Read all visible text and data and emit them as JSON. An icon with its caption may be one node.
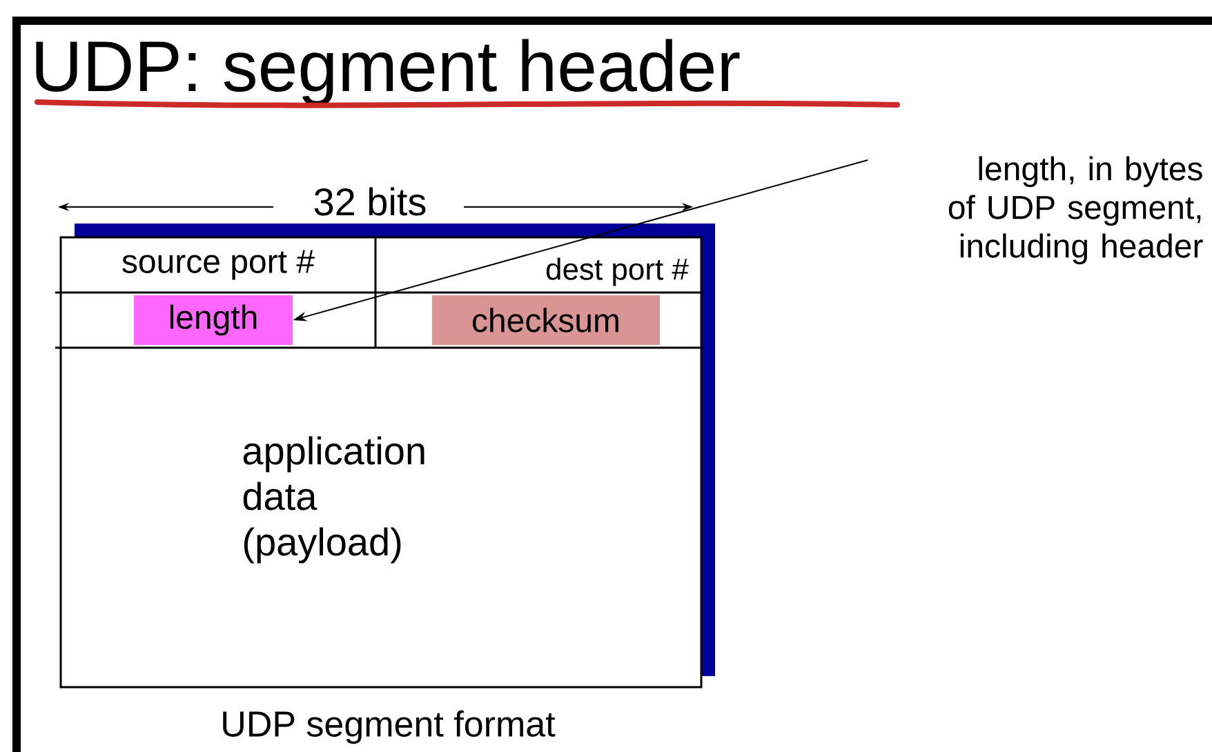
{
  "diagram": {
    "title": "UDP: segment header",
    "caption": "UDP segment format",
    "nodes": [
      {
        "text": [
          "source port #"
        ]
      },
      {
        "text": [
          "dest port #"
        ]
      },
      {
        "text": [
          "length"
        ]
      },
      {
        "text": [
          "checksum"
        ]
      },
      {
        "text": [
          "application data (payload)"
        ]
      },
      {
        "text": [
          "length, in bytes of UDP segment, including header"
        ]
      }
    ],
    "edges": [
      {
        "from": 5,
        "to": 2,
        "arrow": "to"
      }
    ],
    "labels": [
      "32 bits"
    ]
  }
}
